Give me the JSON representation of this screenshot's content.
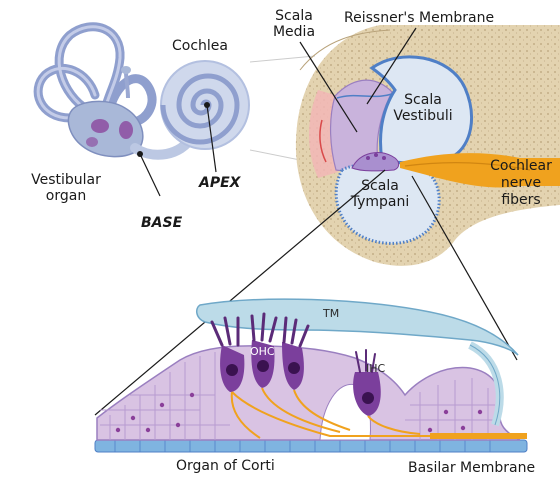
{
  "labels": {
    "vestibular_organ": "Vestibular organ",
    "cochlea": "Cochlea",
    "base": "BASE",
    "apex": "APEX",
    "scala_media": "Scala Media",
    "reissners_membrane": "Reissner's Membrane",
    "scala_vestibuli": "Scala Vestibuli",
    "cochlear_nerve_fibers": "Cochlear nerve fibers",
    "scala_tympani": "Scala Tympani",
    "tm": "TM",
    "ohc": "OHC",
    "ihc": "IHC",
    "organ_of_corti": "Organ of Corti",
    "basilar_membrane": "Basilar Membrane"
  },
  "colors": {
    "bone": "#e3d3b0",
    "inner_ear": "#a9b8d8",
    "scala_fill": "#dde7f3",
    "scala_border": "#4f7fc6",
    "media": "#c9b3dc",
    "nerve": "#f0a21e",
    "tectorial": "#bcdbe8",
    "support_cells": "#d9c3e3",
    "hair_cells": "#7b3f9c",
    "basilar": "#7fb4e0"
  }
}
